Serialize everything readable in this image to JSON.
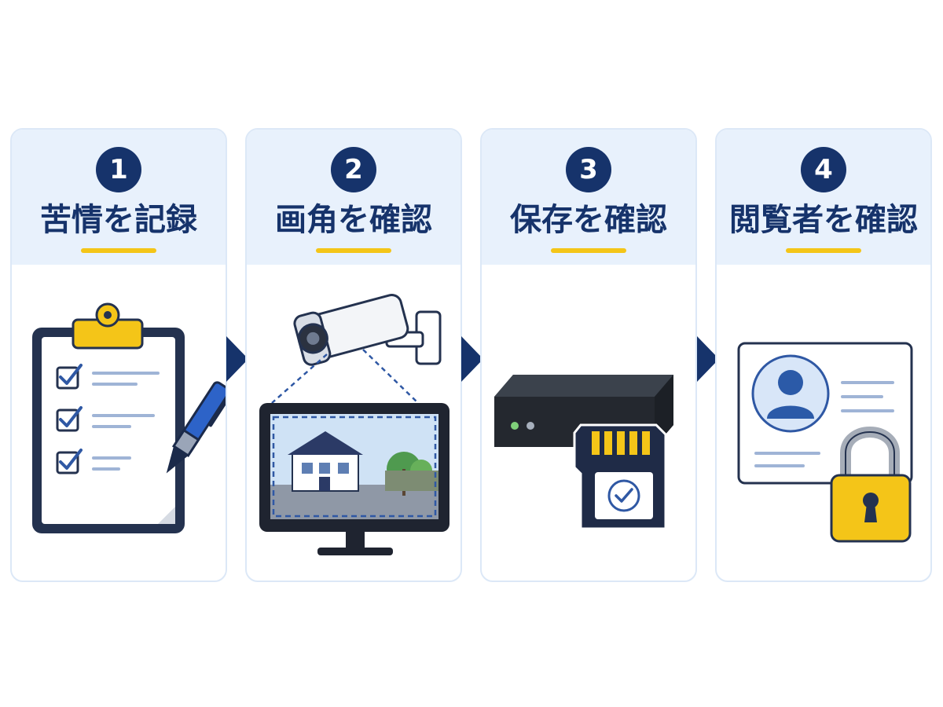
{
  "steps": [
    {
      "number": "1",
      "title": "苦情を記録",
      "icon": "clipboard-checklist-icon"
    },
    {
      "number": "2",
      "title": "画角を確認",
      "icon": "security-camera-monitor-icon"
    },
    {
      "number": "3",
      "title": "保存を確認",
      "icon": "recorder-sd-card-icon"
    },
    {
      "number": "4",
      "title": "閲覧者を確認",
      "icon": "profile-lock-icon"
    }
  ],
  "colors": {
    "navy": "#16336b",
    "accent_yellow": "#f4c518",
    "header_bg": "#e8f1fc",
    "card_border": "#dce8f7"
  }
}
